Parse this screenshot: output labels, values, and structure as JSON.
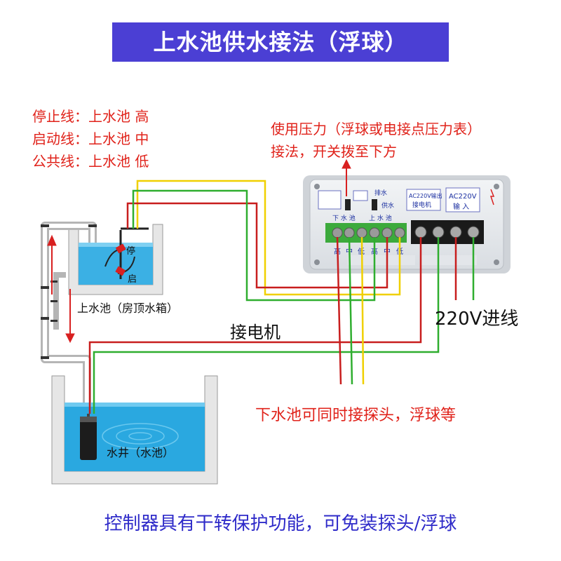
{
  "title": "上水池供水接法（浮球）",
  "legend": [
    "停止线：上水池 高",
    "启动线：上水池 中",
    "公共线：上水池 低"
  ],
  "pressure_note": [
    "使用压力（浮球或电接点压力表）",
    "接法，开关拨至下方"
  ],
  "float_labels": {
    "stop": "停",
    "start": "启"
  },
  "tank_label": "上水池（房顶水箱）",
  "motor_label": "接电机",
  "mains_label": "220V进线",
  "lower_note": "下水池可同时接探头，浮球等",
  "well_label": "水井（水池）",
  "footer": "控制器具有干转保护功能，可免装探头/浮球",
  "controller": {
    "sw_drain": "排水",
    "sw_supply": "供水",
    "left_group": "下 水 池",
    "right_group": "上 水 池",
    "motor_out": [
      "AC220V输出",
      "接电机"
    ],
    "power_in": [
      "AC220V",
      "输 入"
    ],
    "levels_left": [
      "高",
      "中",
      "低"
    ],
    "levels_right": [
      "高",
      "中",
      "低"
    ]
  },
  "colors": {
    "title_bg": "#4b3fd4",
    "annotation_red": "#e0221a",
    "footer_blue": "#2f2bc9",
    "wire_red": "#c81e1e",
    "wire_yellow": "#f0d000",
    "wire_green": "#2fae2f",
    "water": "#2aa8e0"
  }
}
